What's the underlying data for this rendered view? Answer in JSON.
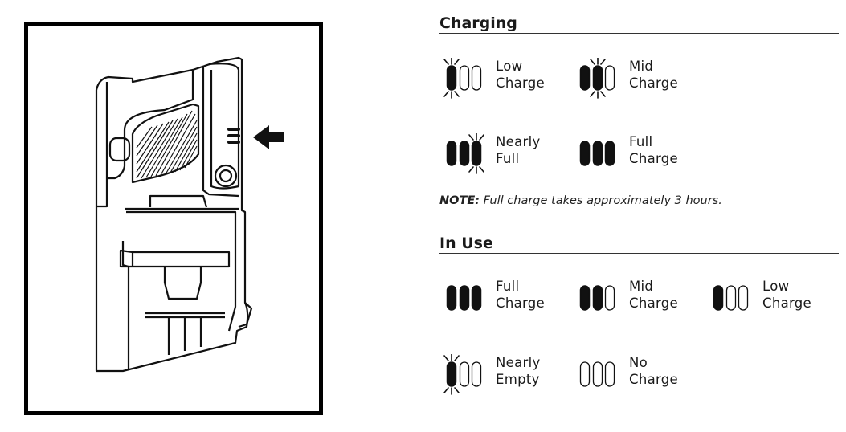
{
  "illustration": {
    "name": "vacuum handle with battery indicator lights",
    "arrow": "pointing-left-arrow"
  },
  "charging": {
    "title": "Charging",
    "states": [
      {
        "line1": "Low",
        "line2": "Charge",
        "lit": 1,
        "blink": 1
      },
      {
        "line1": "Mid",
        "line2": "Charge",
        "lit": 2,
        "blink": 2
      },
      {
        "line1": "Nearly",
        "line2": "Full",
        "lit": 3,
        "blink": 3
      },
      {
        "line1": "Full",
        "line2": "Charge",
        "lit": 3,
        "blink": 0
      }
    ]
  },
  "note": {
    "label": "NOTE:",
    "text": " Full charge takes approximately 3 hours."
  },
  "in_use": {
    "title": "In Use",
    "states": [
      {
        "line1": "Full",
        "line2": "Charge",
        "lit": 3,
        "blink": 0
      },
      {
        "line1": "Mid",
        "line2": "Charge",
        "lit": 2,
        "blink": 0
      },
      {
        "line1": "Low",
        "line2": "Charge",
        "lit": 1,
        "blink": 0
      },
      {
        "line1": "Nearly",
        "line2": "Empty",
        "lit": 1,
        "blink": 1
      },
      {
        "line1": "No",
        "line2": "Charge",
        "lit": 0,
        "blink": 0
      }
    ]
  }
}
